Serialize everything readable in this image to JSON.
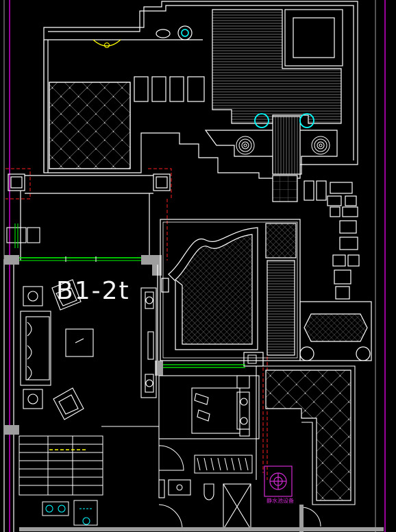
{
  "drawing": {
    "room_tag": "B1-2t",
    "equipment_label": "静水池设备",
    "colors": {
      "background": "#000000",
      "walls": "#ffffff",
      "windows": "#00ff00",
      "hatch": "#7a7a7a",
      "fixtures": "#00ffff",
      "furniture": "#ffffff",
      "dashed_line": "#ff2020",
      "boundary_line": "#ff00ff",
      "lamp": "#ffff00",
      "equipment": "#d22ad2",
      "wall_fill": "#9e9e9e"
    },
    "layers": [
      "walls",
      "hatched-terrace",
      "pool",
      "stair",
      "furniture",
      "stepping-stones",
      "planter-grid"
    ]
  }
}
